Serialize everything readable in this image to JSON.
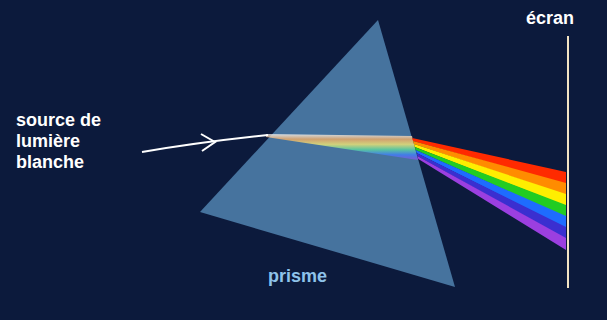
{
  "diagram": {
    "labels": [
      "source de lumière blanche",
      "prisme",
      "écran"
    ]
  }
}
